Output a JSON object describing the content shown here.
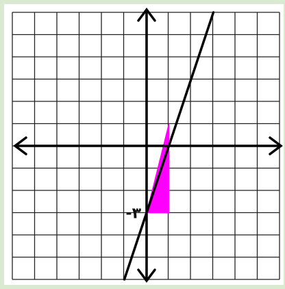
{
  "diagram": {
    "grid": {
      "x_min": -6,
      "x_max": 6,
      "y_min": -6,
      "y_max": 6
    },
    "line": {
      "slope": 3,
      "intercept": -3,
      "visible_y_range": [
        -6,
        6
      ]
    },
    "shaded_region": {
      "vertices": [
        [
          0,
          -3
        ],
        [
          1,
          1
        ],
        [
          1,
          -3
        ]
      ],
      "color": "#ff00ff"
    },
    "intercept_label": "-٣",
    "colors": {
      "grid": "#222222",
      "axes": "#000000",
      "line": "#000000",
      "frame": "#d9ead0"
    }
  }
}
